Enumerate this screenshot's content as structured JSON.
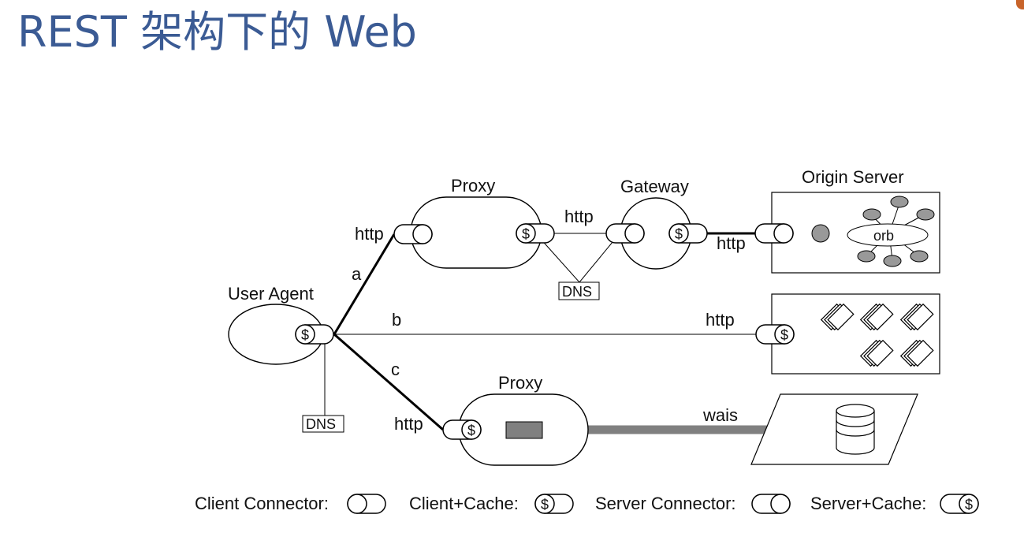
{
  "slide": {
    "title": "REST 架构下的 Web"
  },
  "diagram": {
    "nodes": {
      "proxy_top": "Proxy",
      "gateway": "Gateway",
      "origin_server": "Origin Server",
      "user_agent": "User Agent",
      "proxy_bottom": "Proxy",
      "orb": "orb",
      "dns_top": "DNS",
      "dns_left": "DNS"
    },
    "connector_labels": {
      "http_proxy_in": "http",
      "http_proxy_gateway": "http",
      "http_gateway_origin": "http",
      "http_direct": "http",
      "http_proxy_bottom_in": "http",
      "wais": "wais"
    },
    "path_labels": {
      "a": "a",
      "b": "b",
      "c": "c"
    },
    "cache_symbol": "$"
  },
  "legend": {
    "client_connector": "Client Connector:",
    "client_cache": "Client+Cache:",
    "server_connector": "Server Connector:",
    "server_cache": "Server+Cache:"
  }
}
